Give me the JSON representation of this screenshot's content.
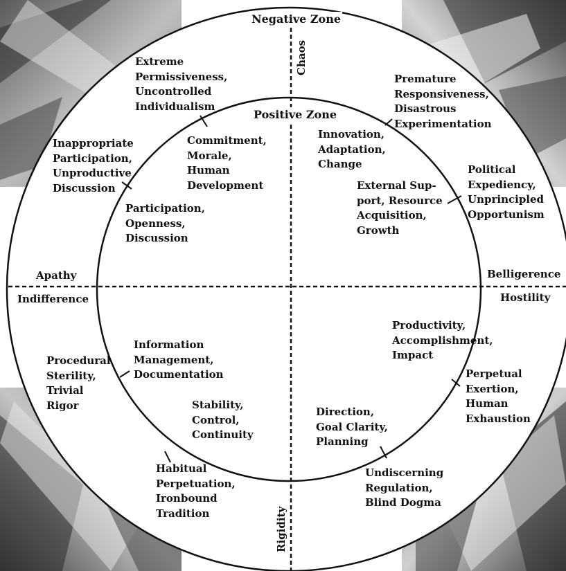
{
  "zones": {
    "negative": "Negative Zone",
    "positive": "Positive Zone"
  },
  "axes": {
    "top": "Chaos",
    "bottom": "Rigidity",
    "left_upper": "Apathy",
    "left_lower": "Indifference",
    "right_upper": "Belligerence",
    "right_lower": "Hostility"
  },
  "positive_values": {
    "commitment": "Commitment,\nMorale,\nHuman\nDevelopment",
    "participation": "Participation,\nOpenness,\nDiscussion",
    "innovation": "Innovation,\nAdaptation,\nChange",
    "external_support": "External Sup-\nport, Resource\nAcquisition,\nGrowth",
    "information_management": "Information\nManagement,\nDocumentation",
    "stability": "Stability,\nControl,\nContinuity",
    "productivity": "Productivity,\nAccomplishment,\nImpact",
    "direction": "Direction,\nGoal Clarity,\nPlanning"
  },
  "negative_values": {
    "extreme_permissiveness": "Extreme\nPermissiveness,\nUncontrolled\nIndividualism",
    "inappropriate_participation": "Inappropriate\nParticipation,\nUnproductive\nDiscussion",
    "premature_responsiveness": "Premature\nResponsiveness,\nDisastrous\nExperimentation",
    "political_expediency": "Political\nExpediency,\nUnprincipled\nOpportunism",
    "procedural_sterility": "Procedural\nSterility,\nTrivial\nRigor",
    "habitual_perpetuation": "Habitual\nPerpetuation,\nIronbound\nTradition",
    "perpetual_exertion": "Perpetual\nExertion,\nHuman\nExhaustion",
    "undiscerning_regulation": "Undiscerning\nRegulation,\nBlind Dogma"
  },
  "colors": {
    "ink": "#111111",
    "paper": "#ffffff",
    "photo_dark": "#6e6e6e",
    "photo_light": "#c9c9c9"
  }
}
